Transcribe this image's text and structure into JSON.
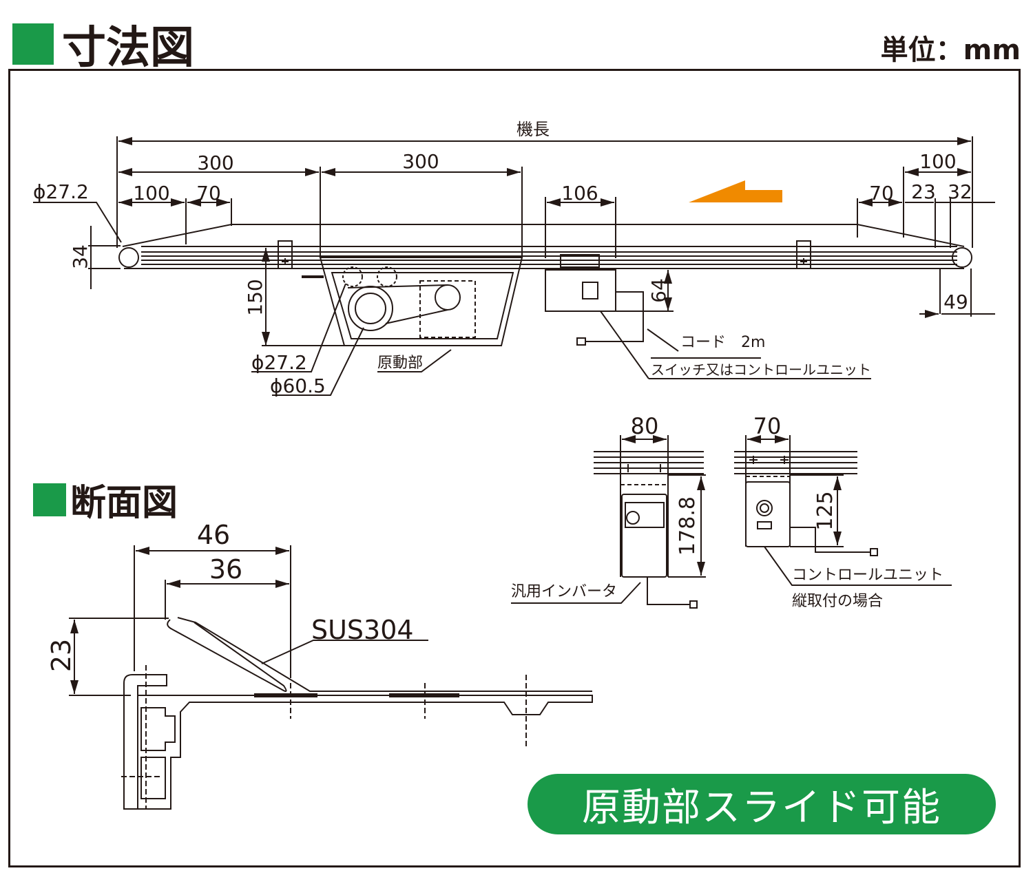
{
  "header": {
    "title": "寸法図",
    "unit": "単位：mm"
  },
  "section": {
    "title": "断面図"
  },
  "badge": {
    "label": "原動部スライド可能"
  },
  "colors": {
    "accent_green": "#1a9a49",
    "arrow_orange": "#f08a00",
    "line": "#231815"
  },
  "icons": {
    "direction_arrow": "orange-direction-arrow-icon"
  },
  "top_view": {
    "overall": "機長",
    "dims": [
      "300",
      "300",
      "100",
      "70",
      "106",
      "100",
      "70",
      "23",
      "32",
      "34",
      "150",
      "64",
      "49"
    ],
    "pulley_dia": "ϕ27.2",
    "drive_pulley_dia": "ϕ27.2",
    "drive_roller_dia": "ϕ60.5",
    "drive_unit": "原動部",
    "cord": "コード　2m",
    "switch": "スイッチ又はコントロールユニット"
  },
  "inverter_view": {
    "width": "80",
    "height": "178.8",
    "label": "汎用インバータ"
  },
  "control_view": {
    "width": "70",
    "height": "125",
    "label": "コントロールユニット",
    "note": "縦取付の場合"
  },
  "section_view": {
    "dims": [
      "46",
      "36",
      "23"
    ],
    "material": "SUS304"
  }
}
